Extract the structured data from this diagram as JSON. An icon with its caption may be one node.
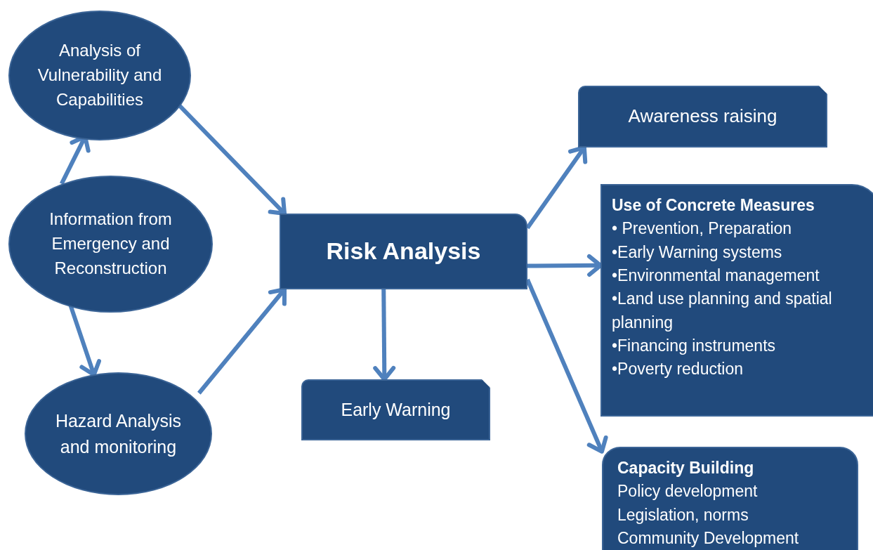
{
  "diagram": {
    "nodes": [
      {
        "text": [
          "Analysis of Vulnerability and Capabilities"
        ]
      },
      {
        "text": [
          "Information from Emergency and Reconstruction"
        ]
      },
      {
        "text": [
          "Hazard Analysis and monitoring"
        ]
      },
      {
        "text": [
          "Risk Analysis"
        ]
      },
      {
        "text": [
          "Early Warning"
        ]
      },
      {
        "text": [
          "Awareness raising"
        ]
      },
      {
        "text": [
          "Use of Concrete Measures",
          "• Prevention, Preparation",
          "•Early Warning systems",
          "•Environmental management",
          "•Land use planning and spatial planning",
          "•Financing instruments",
          "•Poverty reduction"
        ]
      },
      {
        "text": [
          "Capacity Building",
          "Policy development",
          "Legislation, norms",
          "Community Development"
        ]
      }
    ],
    "edges": [
      {
        "from": 1,
        "to": 0,
        "arrow": "to"
      },
      {
        "from": 1,
        "to": 2,
        "arrow": "to"
      },
      {
        "from": 0,
        "to": 3,
        "arrow": "to"
      },
      {
        "from": 2,
        "to": 3,
        "arrow": "to"
      },
      {
        "from": 3,
        "to": 4,
        "arrow": "to"
      },
      {
        "from": 3,
        "to": 5,
        "arrow": "to"
      },
      {
        "from": 3,
        "to": 6,
        "arrow": "to"
      },
      {
        "from": 3,
        "to": 7,
        "arrow": "to"
      }
    ]
  }
}
